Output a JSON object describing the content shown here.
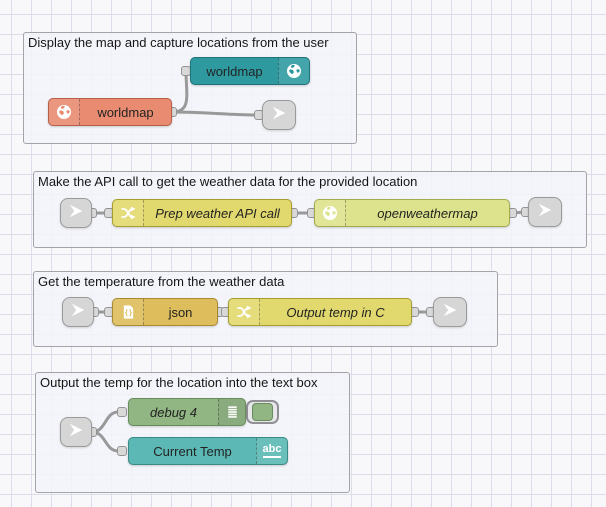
{
  "app": "node-red-flow-editor",
  "colors": {
    "canvas_bg": "#f8f8fb",
    "grid_line": "#dcdcea",
    "group_fill": "#f3f4f9",
    "group_border": "#a3a3a8",
    "wire": "#999999",
    "port_fill": "#d9d9d9",
    "node_worldmap_out": "#2E9AA0",
    "node_worldmap_in": "#E98B71",
    "node_change": "#E2D96E",
    "node_openweathermap": "#DDE38C",
    "node_json": "#DEBD5C",
    "node_debug": "#92B584",
    "node_ui_text": "#5BB8B4",
    "node_link": "#D6D6D6"
  },
  "groups": [
    {
      "title": "Display the map and capture locations from the user"
    },
    {
      "title": "Make the API call to get the weather data for the provided location"
    },
    {
      "title": "Get the temperature from the weather data"
    },
    {
      "title": "Output the temp for the location into the text box"
    }
  ],
  "nodes": {
    "worldmap_out": {
      "label": "worldmap",
      "icon": "globe-icon"
    },
    "worldmap_in": {
      "label": "worldmap",
      "icon": "globe-icon"
    },
    "link_out_1": {
      "icon": "link-arrow-icon"
    },
    "link_in_2": {
      "icon": "link-arrow-icon"
    },
    "prep_weather": {
      "label": "Prep weather API call",
      "icon": "shuffle-icon"
    },
    "openweathermap": {
      "label": "openweathermap",
      "icon": "globe-icon"
    },
    "link_out_2": {
      "icon": "link-arrow-icon"
    },
    "link_in_3": {
      "icon": "link-arrow-icon"
    },
    "json": {
      "label": "json",
      "icon": "json-file-icon",
      "icon_glyph": "{}"
    },
    "output_temp": {
      "label": "Output temp in C",
      "icon": "shuffle-icon"
    },
    "link_out_3": {
      "icon": "link-arrow-icon"
    },
    "link_in_4": {
      "icon": "link-arrow-icon"
    },
    "debug": {
      "label": "debug 4",
      "icon": "debug-list-icon",
      "toggle": "enabled"
    },
    "current_temp": {
      "label": "Current Temp",
      "icon": "abc-text-icon",
      "icon_label": "abc"
    }
  }
}
